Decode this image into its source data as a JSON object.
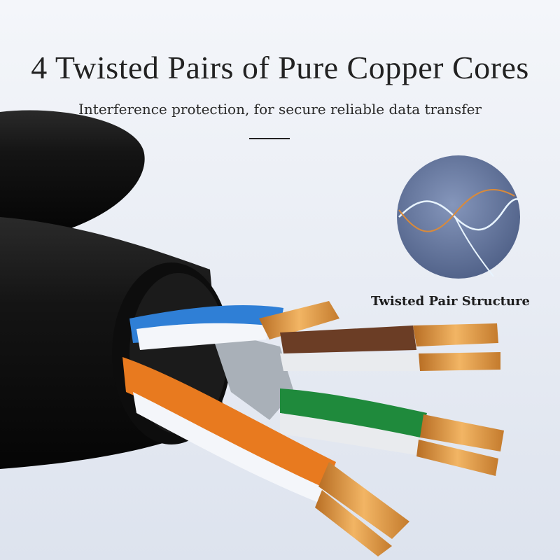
{
  "headline": "4 Twisted Pairs of Pure Copper Cores",
  "subheadline": "Interference protection, for secure reliable data transfer",
  "inset": {
    "caption": "Twisted Pair Structure"
  },
  "colors": {
    "background": "#e9edf5",
    "jacket": "#111111",
    "blue_wire": "#2f7fd6",
    "brown_wire": "#6b3d25",
    "green_wire": "#1f8a3c",
    "orange_wire": "#e87a1f",
    "copper": "#d9913f",
    "separator": "#a9b0b8",
    "inset_circle": "#6b7da2"
  },
  "icons": [
    "twisted-pair-inset-icon"
  ]
}
